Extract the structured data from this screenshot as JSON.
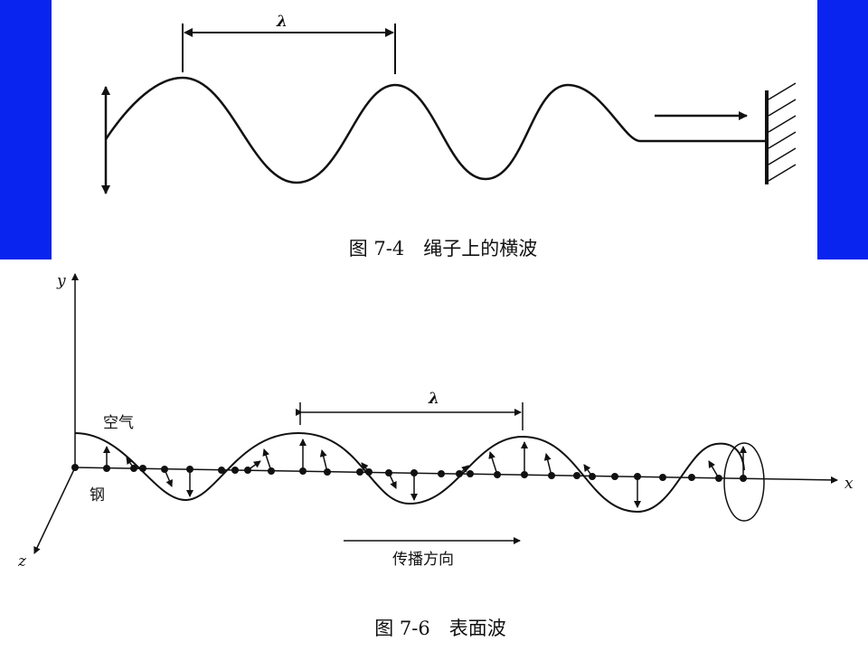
{
  "colors": {
    "side_bar": "#0a24f0",
    "ink": "#111111"
  },
  "figure_7_4": {
    "caption": "图 7-4　绳子上的横波",
    "wavelength_label": "λ",
    "icons": [
      "double-arrow-icon",
      "arrow-right-icon",
      "wall-hatch-icon"
    ]
  },
  "figure_7_6": {
    "caption": "图 7-6　表面波",
    "wavelength_label": "λ",
    "air_label": "空气",
    "steel_label": "钢",
    "propagation_label": "传播方向",
    "axes": {
      "x": "x",
      "y": "y",
      "z": "z"
    }
  }
}
